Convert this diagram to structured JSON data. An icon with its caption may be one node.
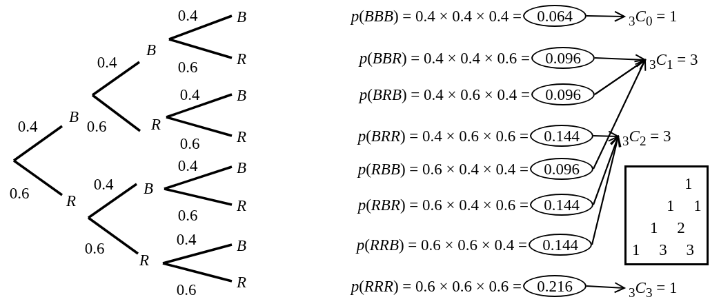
{
  "diagram": {
    "nodes": [
      {
        "text": [
          "B"
        ]
      },
      {
        "text": [
          "R"
        ]
      },
      {
        "text": [
          "B"
        ]
      },
      {
        "text": [
          "R"
        ]
      },
      {
        "text": [
          "B"
        ]
      },
      {
        "text": [
          "R"
        ]
      },
      {
        "text": [
          "B"
        ]
      },
      {
        "text": [
          "R"
        ]
      },
      {
        "text": [
          "B"
        ]
      },
      {
        "text": [
          "R"
        ]
      },
      {
        "text": [
          "B"
        ]
      },
      {
        "text": [
          "R"
        ]
      },
      {
        "text": [
          "B"
        ]
      },
      {
        "text": [
          "R"
        ]
      },
      {
        "text": [
          "0.064"
        ]
      },
      {
        "text": [
          "0.096"
        ]
      },
      {
        "text": [
          "0.096"
        ]
      },
      {
        "text": [
          "0.144"
        ]
      },
      {
        "text": [
          "0.096"
        ]
      },
      {
        "text": [
          "0.144"
        ]
      },
      {
        "text": [
          "0.144"
        ]
      },
      {
        "text": [
          "0.216"
        ]
      },
      {
        "text": [
          "$_{3}$*C*$_{0}$ = 1"
        ]
      },
      {
        "text": [
          "$_{3}$*C*$_{1}$ = 3"
        ]
      },
      {
        "text": [
          "$_{3}$*C*$_{2}$ = 3"
        ]
      },
      {
        "text": [
          "$_{3}$*C*$_{3}$ = 1"
        ]
      },
      {
        "text": [
          "1",
          "1 1",
          "1 2",
          "1 3 3"
        ]
      }
    ],
    "edges": [
      {
        "from": null,
        "to": 0,
        "arrow": "none",
        "label": "0.4"
      },
      {
        "from": null,
        "to": 1,
        "arrow": "none",
        "label": "0.6"
      },
      {
        "from": 0,
        "to": 2,
        "arrow": "none",
        "label": "0.4"
      },
      {
        "from": 0,
        "to": 3,
        "arrow": "none",
        "label": "0.6"
      },
      {
        "from": 1,
        "to": 4,
        "arrow": "none",
        "label": "0.4"
      },
      {
        "from": 1,
        "to": 5,
        "arrow": "none",
        "label": "0.6"
      },
      {
        "from": 2,
        "to": 6,
        "arrow": "none",
        "label": "0.4"
      },
      {
        "from": 2,
        "to": 7,
        "arrow": "none",
        "label": "0.6"
      },
      {
        "from": 3,
        "to": 8,
        "arrow": "none",
        "label": "0.4"
      },
      {
        "from": 3,
        "to": 9,
        "arrow": "none",
        "label": "0.6"
      },
      {
        "from": 4,
        "to": 10,
        "arrow": "none",
        "label": "0.4"
      },
      {
        "from": 4,
        "to": 11,
        "arrow": "none",
        "label": "0.6"
      },
      {
        "from": 5,
        "to": 12,
        "arrow": "none",
        "label": "0.4"
      },
      {
        "from": 5,
        "to": 13,
        "arrow": "none",
        "label": "0.6"
      },
      {
        "from": 14,
        "to": 22,
        "arrow": "to"
      },
      {
        "from": 15,
        "to": 23,
        "arrow": "to"
      },
      {
        "from": 16,
        "to": 23,
        "arrow": "to"
      },
      {
        "from": 17,
        "to": 24,
        "arrow": "to"
      },
      {
        "from": 18,
        "to": 23,
        "arrow": "to"
      },
      {
        "from": 19,
        "to": 24,
        "arrow": "to"
      },
      {
        "from": 20,
        "to": 24,
        "arrow": "to"
      },
      {
        "from": 21,
        "to": 25,
        "arrow": "to"
      }
    ],
    "labels": [
      "*p*(*BBB*) = 0.4 × 0.4 × 0.4 =",
      "*p*(*BBR*) = 0.4 × 0.4 × 0.6 =",
      "*p*(*BRB*) = 0.4 × 0.6 × 0.4 =",
      "*p*(*BRR*) = 0.4 × 0.6 × 0.6 =",
      "*p*(*RBB*) = 0.6 × 0.4 × 0.4 =",
      "*p*(*RBR*) = 0.6 × 0.4 × 0.6 =",
      "*p*(*RRB*) = 0.6 × 0.6 × 0.4 =",
      "*p*(*RRR*) = 0.6 × 0.6 × 0.6 ="
    ]
  }
}
